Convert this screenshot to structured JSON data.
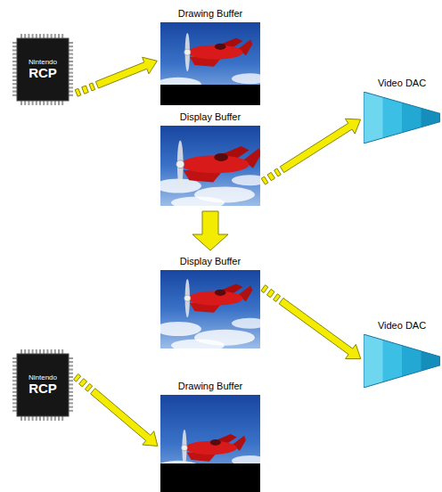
{
  "diagram": {
    "nodes": [
      {
        "text": [
          "Nintendo",
          "RCP"
        ]
      },
      {
        "text": [
          "Drawing Buffer"
        ]
      },
      {
        "text": [
          "Video DAC"
        ]
      },
      {
        "text": [
          "Display Buffer"
        ]
      },
      {
        "text": [
          "Display Buffer"
        ]
      },
      {
        "text": [
          "Video DAC"
        ]
      },
      {
        "text": [
          "Nintendo",
          "RCP"
        ]
      },
      {
        "text": [
          "Drawing Buffer"
        ]
      }
    ],
    "edges": [
      {
        "from": 0,
        "to": 1,
        "arrow": "to"
      },
      {
        "from": 3,
        "to": 2,
        "arrow": "to"
      },
      {
        "from": 3,
        "to": 4,
        "arrow": "to"
      },
      {
        "from": 4,
        "to": 5,
        "arrow": "to"
      },
      {
        "from": 6,
        "to": 7,
        "arrow": "to"
      }
    ]
  }
}
